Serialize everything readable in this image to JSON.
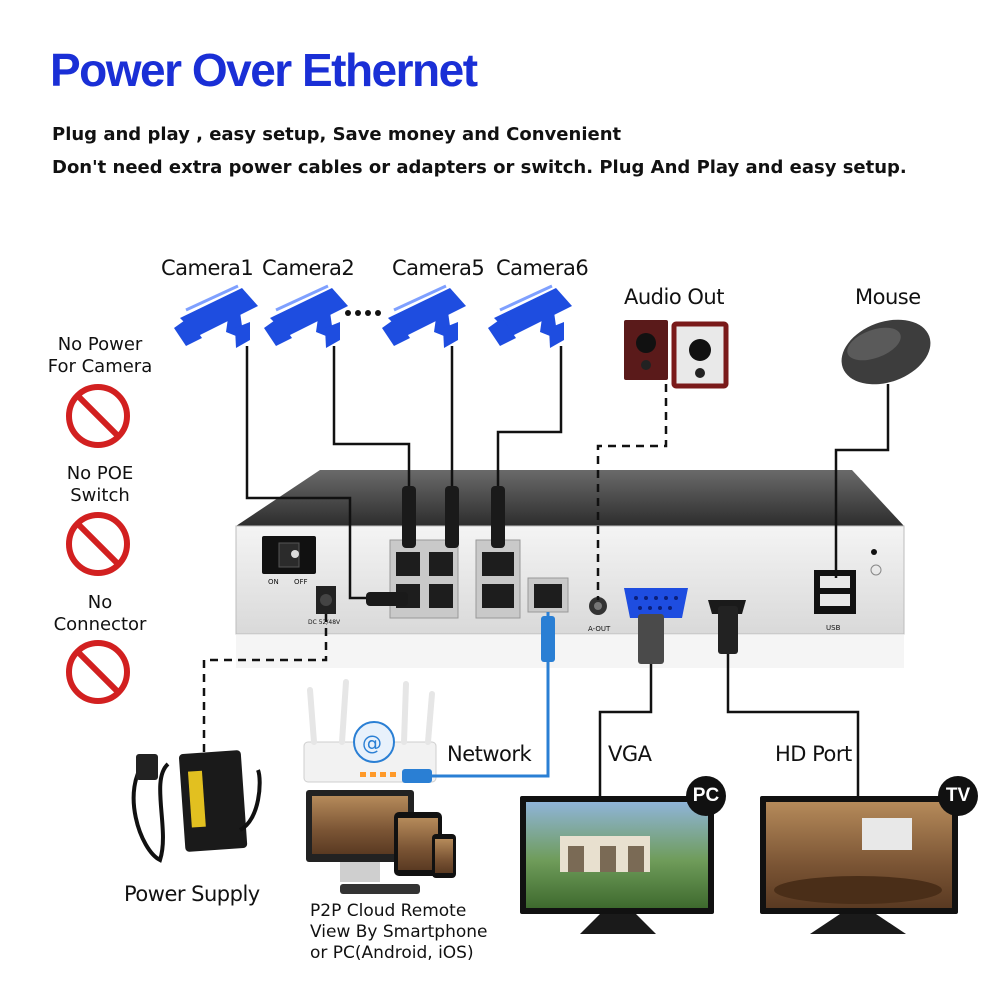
{
  "title": "Power Over Ethernet",
  "subtitle_lines": [
    "Plug and play , easy setup, Save money and Convenient",
    "Don't need extra power cables or adapters or switch. Plug And Play and easy setup."
  ],
  "cameras": [
    "Camera1",
    "Camera2",
    "Camera5",
    "Camera6"
  ],
  "devices": {
    "audio_out": "Audio Out",
    "mouse": "Mouse",
    "network": "Network",
    "vga": "VGA",
    "hd_port": "HD Port",
    "power_supply": "Power Supply",
    "p2p_lines": [
      "P2P Cloud Remote",
      "View By Smartphone",
      "or PC(Android, iOS)"
    ]
  },
  "badges": {
    "pc": "PC",
    "tv": "TV"
  },
  "no_items": [
    {
      "line1": "No Power",
      "line2": "For Camera",
      "icon": "no-power-icon"
    },
    {
      "line1": "No POE",
      "line2": "Switch",
      "icon": "no-switch-icon"
    },
    {
      "line1": "No",
      "line2": "Connector",
      "icon": "no-connector-icon"
    }
  ],
  "nvr_panel": {
    "switch_on": "ON",
    "switch_off": "OFF",
    "dc": "DC 52/48V",
    "aout": "A-OUT",
    "usb": "USB"
  },
  "colors": {
    "title": "#1a2fd6",
    "camera": "#1e4de0",
    "network_cable": "#2a7fd4",
    "forbidden": "#d22020"
  }
}
